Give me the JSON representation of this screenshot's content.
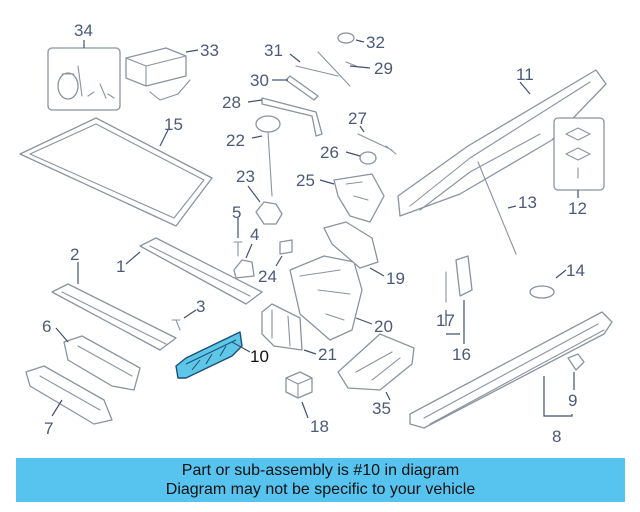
{
  "diagram": {
    "highlighted_part": "10",
    "highlight_color": "#5ec6e6",
    "labels": [
      "1",
      "2",
      "3",
      "4",
      "5",
      "6",
      "7",
      "8",
      "9",
      "10",
      "11",
      "12",
      "13",
      "14",
      "15",
      "16",
      "17",
      "18",
      "19",
      "20",
      "21",
      "22",
      "23",
      "24",
      "25",
      "26",
      "27",
      "28",
      "29",
      "30",
      "31",
      "32",
      "33",
      "34",
      "35"
    ]
  },
  "banner": {
    "line1": "Part or sub-assembly is #10 in diagram",
    "line2": "Diagram may not be specific to your vehicle",
    "color": "#57c4f0"
  }
}
